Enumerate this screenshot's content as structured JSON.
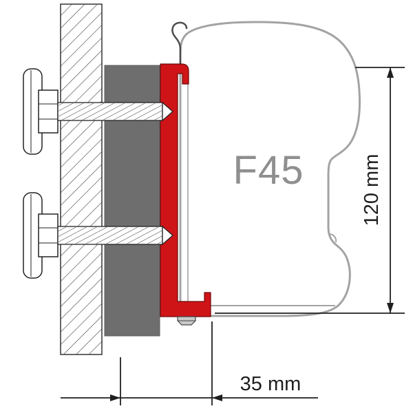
{
  "diagram": {
    "title": "Awning wall-adapter bracket technical drawing",
    "labels": {
      "product": "F45",
      "dim_vertical": "120 mm",
      "dim_horizontal": "35 mm"
    },
    "colors": {
      "bracket_red": "#cf1418",
      "spacer_gray": "#6e6e6e",
      "case_outline": "#a3a3a3",
      "label_gray": "#8f8f8f",
      "line_dark": "#1f1f1f",
      "hardware_dark": "#222222"
    }
  }
}
